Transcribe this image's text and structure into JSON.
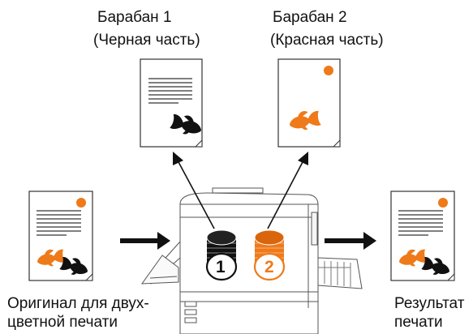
{
  "drum1": {
    "line1": "Барабан 1",
    "line2": "(Черная часть)",
    "badge": "1"
  },
  "drum2": {
    "line1": "Барабан 2",
    "line2": "(Красная часть)",
    "badge": "2"
  },
  "original": {
    "line1": "Оригинал для двух-",
    "line2": "цветной печати"
  },
  "result": {
    "line1": "Результат",
    "line2": "печати"
  },
  "colors": {
    "accent": "#ee7a1a",
    "ink": "#111111",
    "outline": "#333333"
  },
  "icons": [
    "document-icon",
    "goldfish-icon",
    "printer-icon",
    "drum-icon",
    "arrow-icon"
  ]
}
